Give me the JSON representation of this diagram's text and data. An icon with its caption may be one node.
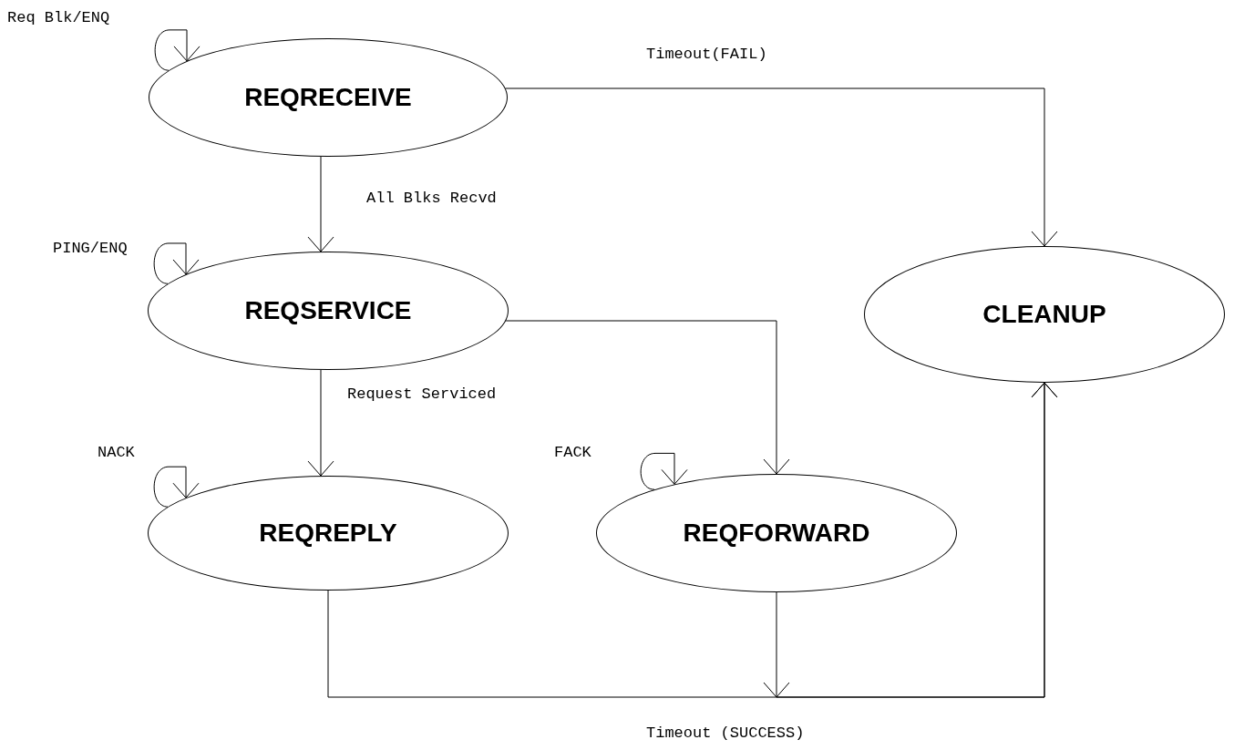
{
  "diagram": {
    "nodes": [
      {
        "text": [
          "REQRECEIVE"
        ]
      },
      {
        "text": [
          "REQSERVICE"
        ]
      },
      {
        "text": [
          "REQREPLY"
        ]
      },
      {
        "text": [
          "REQFORWARD"
        ]
      },
      {
        "text": [
          "CLEANUP"
        ]
      }
    ],
    "edges": [
      {
        "from": 0,
        "to": 0,
        "arrow": "to",
        "label": "Req Blk/ENQ"
      },
      {
        "from": 0,
        "to": 4,
        "arrow": "to",
        "label": "Timeout(FAIL)"
      },
      {
        "from": 0,
        "to": 1,
        "arrow": "to",
        "label": "All Blks Recvd"
      },
      {
        "from": 1,
        "to": 1,
        "arrow": "to",
        "label": "PING/ENQ"
      },
      {
        "from": 1,
        "to": 3,
        "arrow": "to"
      },
      {
        "from": 1,
        "to": 2,
        "arrow": "to",
        "label": "Request Serviced"
      },
      {
        "from": 2,
        "to": 2,
        "arrow": "to",
        "label": "NACK"
      },
      {
        "from": 3,
        "to": 3,
        "arrow": "to",
        "label": "FACK"
      },
      {
        "from": 2,
        "to": 4,
        "arrow": "to",
        "label": "Timeout (SUCCESS)"
      },
      {
        "from": 3,
        "to": 4,
        "arrow": "to"
      }
    ]
  }
}
